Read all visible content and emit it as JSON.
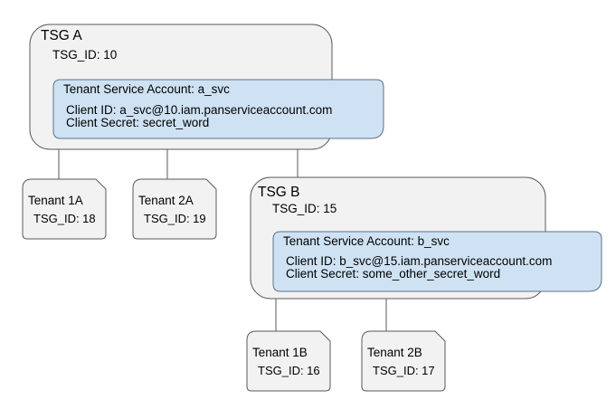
{
  "colors": {
    "node_fill": "#f2f2f2",
    "node_border": "#595a5c",
    "account_fill": "#cfe2f3",
    "account_border": "#5d7289",
    "connector": "#595a5c"
  },
  "diagram": {
    "groups": [
      {
        "title": "TSG A",
        "tsg_id": "TSG_ID: 10",
        "service_account": {
          "title": "Tenant Service Account: a_svc",
          "client_id": "Client ID: a_svc@10.iam.panserviceaccount.com",
          "client_secret": "Client Secret: secret_word"
        },
        "tenants": [
          {
            "title": "Tenant 1A",
            "tsg_id": "TSG_ID: 18"
          },
          {
            "title": "Tenant 2A",
            "tsg_id": "TSG_ID: 19"
          }
        ]
      },
      {
        "title": "TSG B",
        "tsg_id": "TSG_ID: 15",
        "service_account": {
          "title": "Tenant Service Account: b_svc",
          "client_id": "Client ID: b_svc@15.iam.panserviceaccount.com",
          "client_secret": "Client Secret: some_other_secret_word"
        },
        "tenants": [
          {
            "title": "Tenant 1B",
            "tsg_id": "TSG_ID: 16"
          },
          {
            "title": "Tenant 2B",
            "tsg_id": "TSG_ID: 17"
          }
        ]
      }
    ]
  }
}
